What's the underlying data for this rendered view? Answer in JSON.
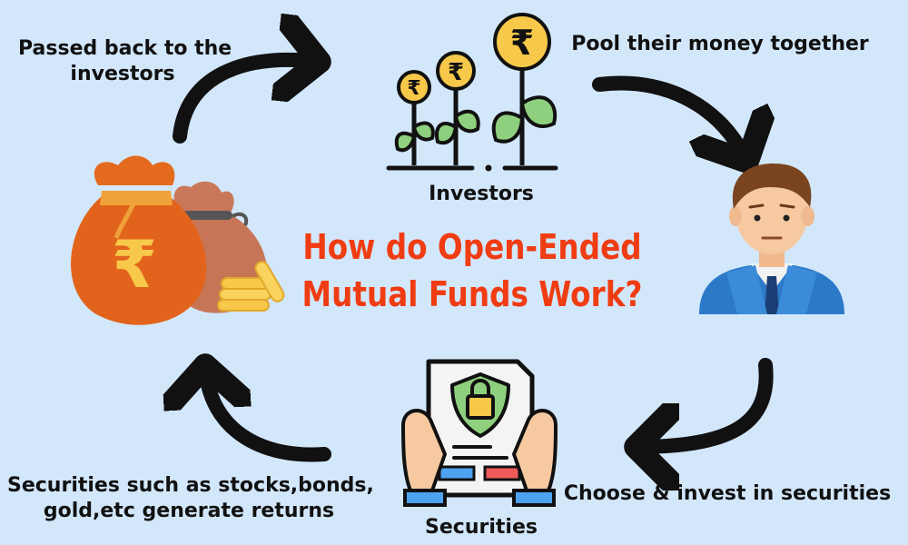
{
  "title": {
    "line1": "How do Open-Ended",
    "line2": "Mutual Funds Work?"
  },
  "nodes": {
    "investors": "Investors",
    "securities": "Securities"
  },
  "steps": {
    "pool": "Pool their money together",
    "choose": "Choose & invest in securities",
    "returns_line1": "Securities such as stocks,bonds,",
    "returns_line2": "gold,etc generate returns",
    "passed_line1": "Passed back to the",
    "passed_line2": "investors"
  },
  "icons": {
    "rupee": "₹",
    "investors": "rupee-plant-icon",
    "manager": "fund-manager-icon",
    "securities": "secured-document-icon",
    "fund": "money-bag-icon"
  },
  "colors": {
    "background": "#d3e7fb",
    "title": "#f03c12",
    "arrow": "#111111",
    "coin": "#f7c84a",
    "bag": "#e2641c",
    "suit": "#2c79c8"
  }
}
